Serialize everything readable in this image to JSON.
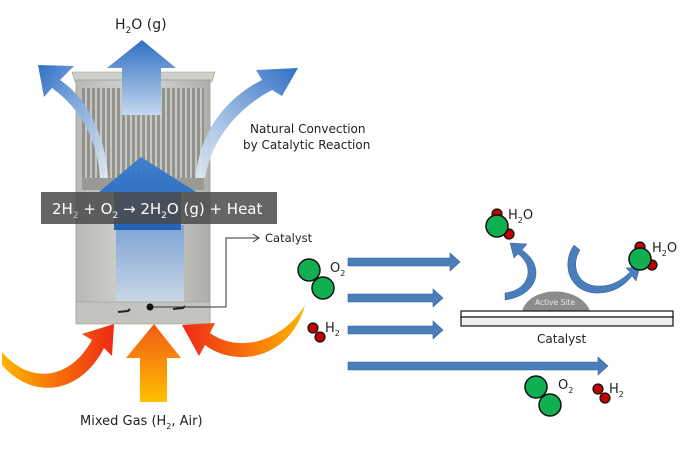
{
  "title": "Catalytic hydrogen recombiner with natural convection",
  "labels": {
    "top_output": {
      "main": "H",
      "sub": "2",
      "rest": "O (g)"
    },
    "convection_line1": "Natural Convection",
    "convection_line2": "by Catalytic Reaction",
    "equation": {
      "p1": "2H",
      "s1": "2",
      "p2": " + O",
      "s2": "2",
      "p3": " →  2H",
      "s3": "2",
      "p4": "O (g) + Heat"
    },
    "catalyst_pointer": "Catalyst",
    "mixed_gas": {
      "p1": "Mixed Gas (H",
      "s1": "2",
      "p2": ", Air)"
    },
    "o2": {
      "main": "O",
      "sub": "2"
    },
    "h2": {
      "main": "H",
      "sub": "2"
    },
    "h2o": {
      "main": "H",
      "sub": "2",
      "rest": "O"
    },
    "active_site": "Active Site",
    "catalyst_plate": "Catalyst"
  },
  "colors": {
    "blue_arrow": "#3d7cc9",
    "blue_flow_arrow": "#4a7ebb",
    "orange": "#f28a1a",
    "red": "#e8261a",
    "yellow": "#ffc000",
    "oxygen_atom": "#10b050",
    "hydrogen_atom": "#c00000",
    "active_site": "#8c8c8c",
    "equation_band": "#5a5a5a"
  }
}
